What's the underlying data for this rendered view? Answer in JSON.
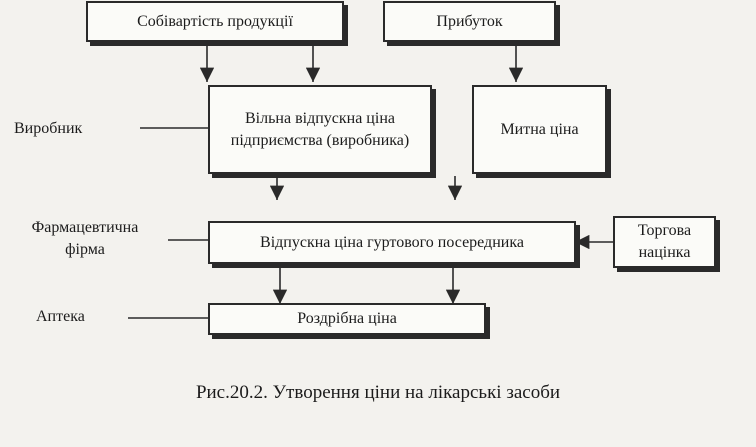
{
  "boxes": {
    "cost": "Собівартість продукції",
    "profit": "Прибуток",
    "free_price": "Вільна відпускна ціна\nпідприємства (виробника)",
    "customs_price": "Митна ціна",
    "wholesale_price": "Відпускна ціна гуртового посередника",
    "trade_markup": "Торгова\nнацінка",
    "retail_price": "Роздрібна ціна"
  },
  "labels": {
    "manufacturer": "Виробник",
    "pharma_firm": "Фармацевтична\nфірма",
    "pharmacy": "Аптека"
  },
  "caption": "Рис.20.2. Утворення ціни на лікарські засоби"
}
